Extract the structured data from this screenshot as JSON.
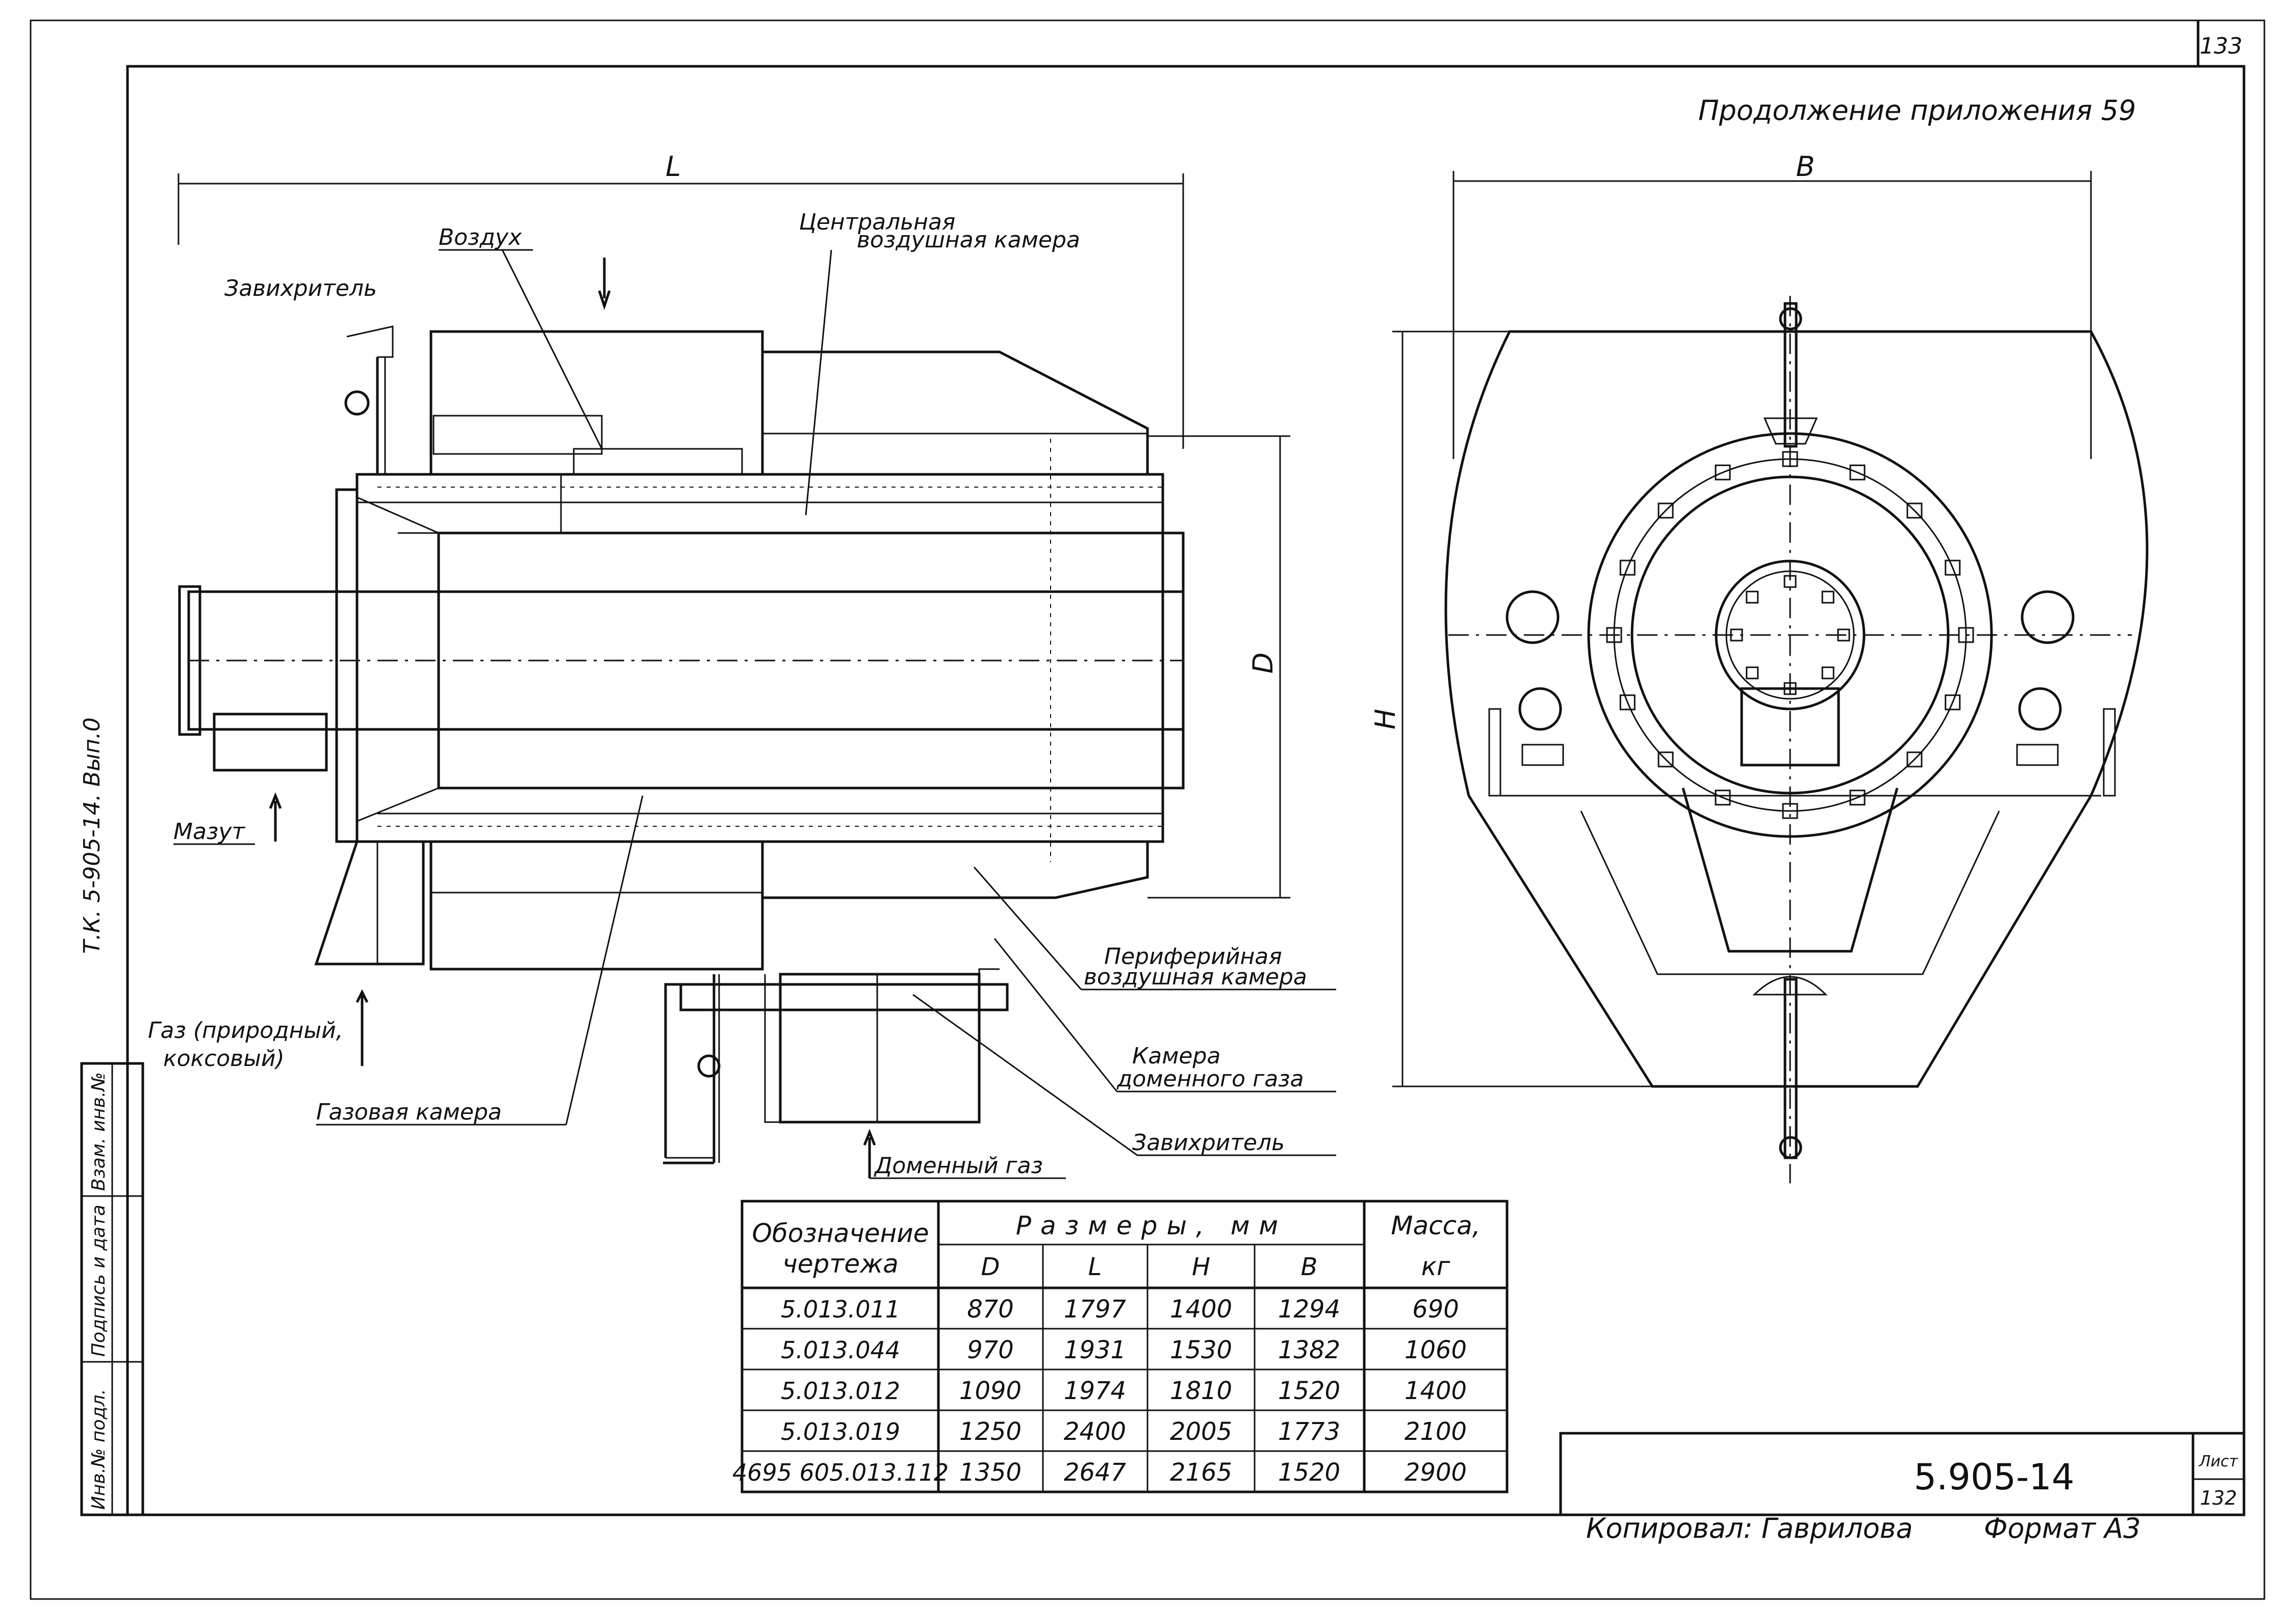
{
  "page_number": "133",
  "continuation_title": "Продолжение приложения 59",
  "side_reference": "Т.К. 5-905-14. Вып.0",
  "left_view": {
    "dim_L": "L",
    "dim_D": "D",
    "labels": {
      "air": "Воздух",
      "swirler_top": "Завихритель",
      "central_chamber_1": "Центральная",
      "central_chamber_2": "воздушная камера",
      "fuel_oil": "Мазут",
      "gas_1": "Газ (природный,",
      "gas_2": "коксовый)",
      "gas_chamber": "Газовая камера",
      "peripheral_1": "Периферийная",
      "peripheral_2": "воздушная камера",
      "blast_chamber_1": "Камера",
      "blast_chamber_2": "доменного газа",
      "swirler_bottom": "Завихритель",
      "blast_gas": "Доменный газ"
    }
  },
  "right_view": {
    "dim_B": "B",
    "dim_H": "H"
  },
  "table": {
    "col_designation_1": "Обозначение",
    "col_designation_2": "чертежа",
    "col_sizes": "Размеры, мм",
    "col_mass_1": "Масса,",
    "col_mass_2": "кг",
    "sub_headers": [
      "D",
      "L",
      "H",
      "B"
    ],
    "rows": [
      {
        "designation": "5.013.011",
        "D": "870",
        "L": "1797",
        "H": "1400",
        "B": "1294",
        "mass": "690"
      },
      {
        "designation": "5.013.044",
        "D": "970",
        "L": "1931",
        "H": "1530",
        "B": "1382",
        "mass": "1060"
      },
      {
        "designation": "5.013.012",
        "D": "1090",
        "L": "1974",
        "H": "1810",
        "B": "1520",
        "mass": "1400"
      },
      {
        "designation": "5.013.019",
        "D": "1250",
        "L": "2400",
        "H": "2005",
        "B": "1773",
        "mass": "2100"
      },
      {
        "designation": "4695 605.013.112",
        "D": "1350",
        "L": "2647",
        "H": "2165",
        "B": "1520",
        "mass": "2900"
      }
    ]
  },
  "stamp": {
    "code": "5.905-14",
    "sheet_label": "Лист",
    "sheet_number": "132"
  },
  "side_stamp": [
    "Инв.№ подл.",
    "Подпись и дата",
    "Взам. инв.№"
  ],
  "footer": {
    "copied_by": "Копировал: Гаврилова",
    "format": "Формат А3"
  }
}
